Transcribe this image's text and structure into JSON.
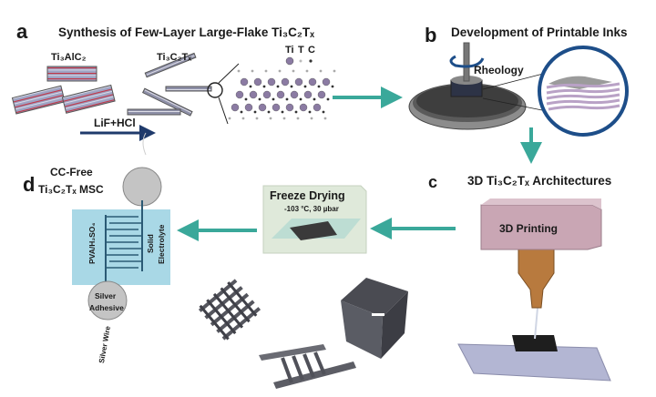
{
  "panels": {
    "a": {
      "letter": "a",
      "title": "Synthesis of Few-Layer Large-Flake Ti₃C₂Tₓ",
      "precursor_label": "Ti₃AlC₂",
      "product_label": "Ti₃C₂Tₓ",
      "etchant_label": "LiF+HCl",
      "legend": [
        "Ti",
        "T",
        "C"
      ]
    },
    "b": {
      "letter": "b",
      "title": "Development of Printable Inks",
      "rheology_label": "Rheology"
    },
    "c": {
      "letter": "c",
      "title": "3D Ti₃C₂Tₓ Architectures",
      "printer_label": "3D Printing"
    },
    "freeze": {
      "title": "Freeze Drying",
      "conditions": "-103 °C, 30 µbar"
    },
    "d": {
      "letter": "d",
      "title_line1": "CC-Free",
      "title_line2": "Ti₃C₂Tₓ MSC",
      "electrolyte_formula": "PVA/H₂SO₄",
      "solid_label": "Solid",
      "electrolyte_label": "Electrolyte",
      "adhesive_line1": "Silver",
      "adhesive_line2": "Adhesive",
      "wire_label": "Silver Wire"
    }
  },
  "colors": {
    "arrow_teal": "#3aa89a",
    "arrow_navy": "#1f3a6b",
    "zoom_circle": "#1d4e89",
    "printer_head": "#c9a6b4",
    "nozzle": "#b87a3e",
    "electrolyte_bg": "#a9d8e6",
    "freeze_box": "#dfe9da",
    "substrate": "#b3b6d3",
    "flake_purple": "#b9a2c6",
    "ti_atom": "#8b7ba3"
  }
}
